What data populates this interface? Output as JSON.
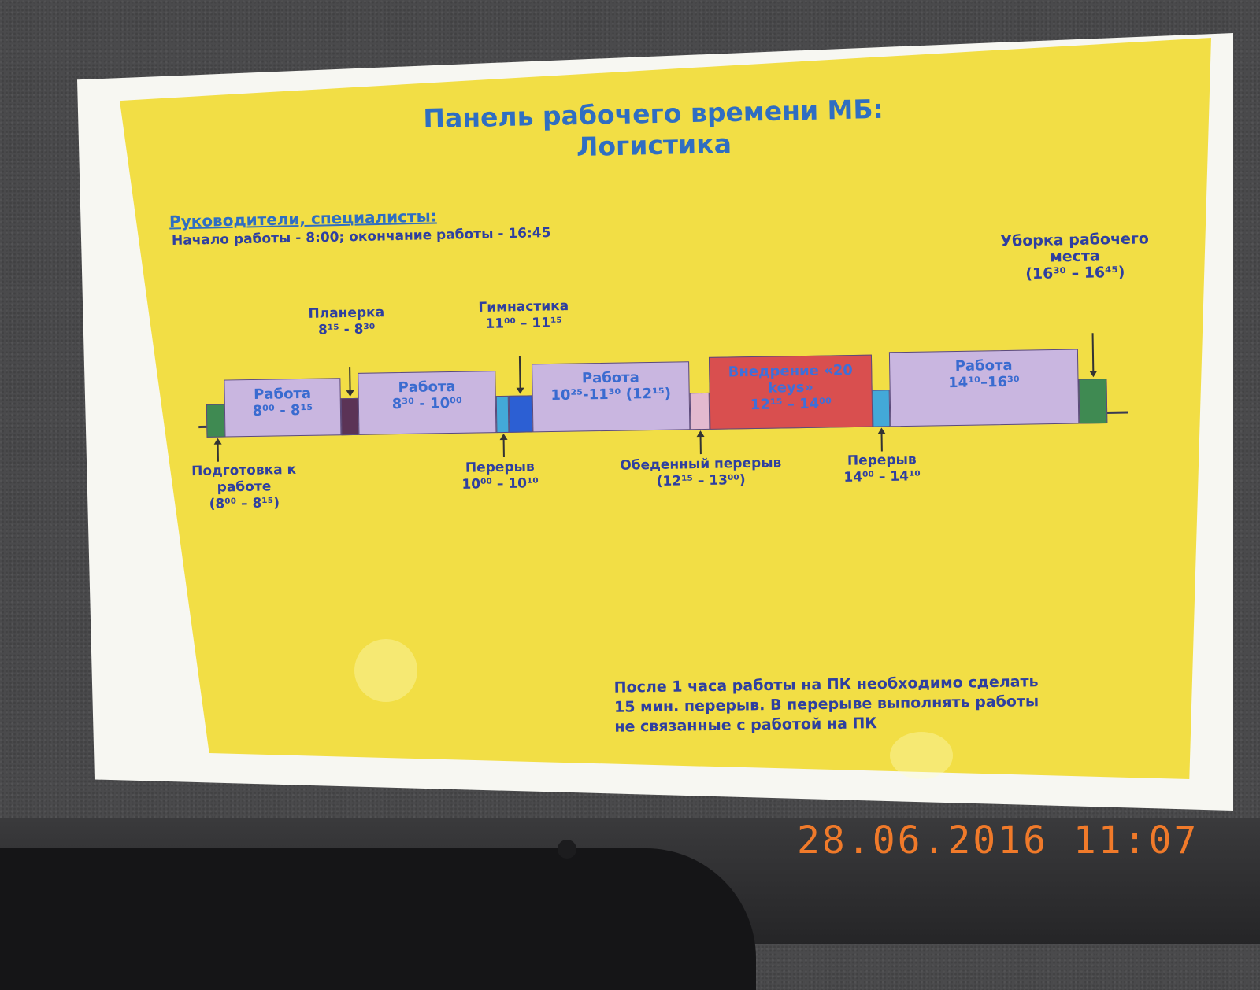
{
  "poster": {
    "title_line1": "Панель рабочего времени МБ:",
    "title_line2": "Логистика",
    "heading": "Руководители, специалисты:",
    "hours": "Начало работы - 8:00;   окончание работы - 16:45",
    "note_line1": "После 1 часа работы на ПК необходимо сделать",
    "note_line2": "15 мин. перерыв. В перерыве выполнять работы",
    "note_line3": "не связанные с работой на ПК"
  },
  "segments": [
    {
      "label": "",
      "time": "",
      "color": "#3f8a52"
    },
    {
      "label": "Работа",
      "time": "8⁰⁰ - 8¹⁵",
      "color": "#c9b6e0"
    },
    {
      "label": "",
      "time": "",
      "color": "#5b3356"
    },
    {
      "label": "Работа",
      "time": "8³⁰ - 10⁰⁰",
      "color": "#c9b6e0"
    },
    {
      "label": "",
      "time": "",
      "color": "#43a9d8"
    },
    {
      "label": "",
      "time": "",
      "color": "#2c5fd3"
    },
    {
      "label": "Работа",
      "time": "10²⁵-11³⁰ (12¹⁵)",
      "color": "#c9b6e0"
    },
    {
      "label": "",
      "time": "",
      "color": "#e3b9cf"
    },
    {
      "label": "Внедрение «20 keys»",
      "time": "12¹⁵ – 14⁰⁰",
      "color": "#d94f4f"
    },
    {
      "label": "",
      "time": "",
      "color": "#43a9d8"
    },
    {
      "label": "Работа",
      "time": "14¹⁰–16³⁰",
      "color": "#c9b6e0"
    },
    {
      "label": "",
      "time": "",
      "color": "#3f8a52"
    }
  ],
  "labels": {
    "prep": {
      "name": "Подготовка к работе",
      "time": "(8⁰⁰ – 8¹⁵)"
    },
    "planerka": {
      "name": "Планерка",
      "time": "8¹⁵ - 8³⁰"
    },
    "gym": {
      "name": "Гимнастика",
      "time": "11⁰⁰ – 11¹⁵"
    },
    "break1": {
      "name": "Перерыв",
      "time": "10⁰⁰ – 10¹⁰"
    },
    "lunch": {
      "name": "Обеденный перерыв",
      "time": "(12¹⁵ – 13⁰⁰)"
    },
    "break2": {
      "name": "Перерыв",
      "time": "14⁰⁰ – 14¹⁰"
    },
    "cleanup": {
      "name": "Уборка рабочего места",
      "time": "(16³⁰ – 16⁴⁵)"
    }
  },
  "photo": {
    "timestamp": "28.06.2016  11:07"
  }
}
